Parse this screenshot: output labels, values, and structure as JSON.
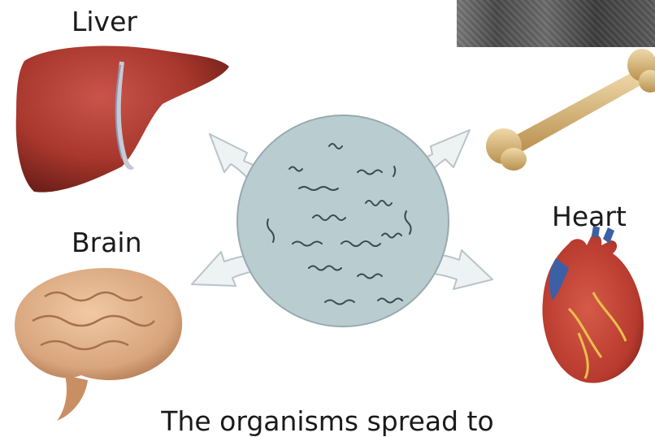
{
  "labels": {
    "liver": "Liver",
    "brain": "Brain",
    "heart": "Heart"
  },
  "caption": "The organisms spread to",
  "colors": {
    "culture_fill": "#b9cdd1",
    "arrow_fill": "#eef2f3",
    "liver": "#a8372d",
    "brain": "#d8a57d",
    "bone": "#d6b478",
    "heart": "#b73a2e",
    "vessel_blue": "#3d5fa6"
  },
  "icons": [
    "liver-icon",
    "brain-icon",
    "bone-icon",
    "heart-icon",
    "bacteria-culture-icon",
    "arrow-icon"
  ]
}
